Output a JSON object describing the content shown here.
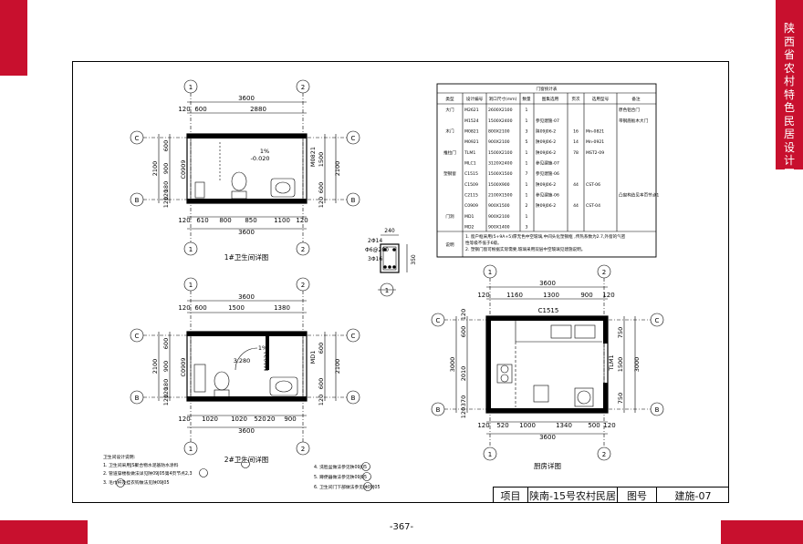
{
  "header": {
    "vertical_title": "陕西省农村特色民居设计图集"
  },
  "page_number": "-367-",
  "title_block": {
    "project_label": "项目",
    "project_name": "陕南-15号农村民居",
    "drawing_no_label": "图号",
    "drawing_no": "建施-07"
  },
  "plan1": {
    "title": "1#卫生间详图",
    "axes": [
      "1",
      "2",
      "C",
      "B"
    ],
    "top_total": "3600",
    "top_dims": [
      "120",
      "600",
      "2880"
    ],
    "bottom_dims": [
      "120",
      "610",
      "800",
      "850",
      "1100",
      "120"
    ],
    "bottom_total": "3600",
    "left_total": "2100",
    "left_dims": [
      "600",
      "900",
      "180",
      "120",
      "120"
    ],
    "right_total": "2100",
    "right_dims": [
      "1500",
      "600",
      "120"
    ],
    "door_left": "C0909",
    "door_right": "M0821",
    "floor_slope": "1%",
    "floor_level": "-0.020"
  },
  "plan2": {
    "title": "2#卫生间详图",
    "axes": [
      "1",
      "2",
      "C",
      "B"
    ],
    "top_total": "3600",
    "top_dims": [
      "120",
      "600",
      "1500",
      "1380"
    ],
    "bottom_dims": [
      "120",
      "1020",
      "1020",
      "520",
      "20",
      "900"
    ],
    "bottom_total": "3600",
    "left_total": "2100",
    "left_dims": [
      "600",
      "900",
      "180",
      "120",
      "120"
    ],
    "right_total": "2100",
    "right_dims": [
      "600",
      "600",
      "120"
    ],
    "door_left": "C0909",
    "door_mid": "M0821",
    "door_right": "MD1",
    "floor_slope": "1%",
    "floor_level": "3.280"
  },
  "kitchen": {
    "title": "厨房详图",
    "axes": [
      "1",
      "2",
      "C",
      "B"
    ],
    "top_total": "3600",
    "top_dims": [
      "120",
      "1160",
      "1300",
      "900",
      "120"
    ],
    "window": "C1515",
    "bottom_dims": [
      "120",
      "520",
      "1000",
      "1340",
      "500",
      "120"
    ],
    "bottom_total": "3600",
    "left_total": "3000",
    "left_dims": [
      "120",
      "600",
      "2010",
      "370",
      "120"
    ],
    "right_total": "3000",
    "right_dims": [
      "750",
      "1500",
      "750"
    ],
    "door_right": "TLM1"
  },
  "section": {
    "top_dim": "240",
    "h_dim": "350",
    "rebar_top": "2Φ14",
    "stirrup": "Φ6@200",
    "rebar_bottom": "3Φ16",
    "marker": "1"
  },
  "door_table": {
    "title": "门窗统计表",
    "headers": [
      "类型",
      "设计编号",
      "洞口尺寸(mm)",
      "数量",
      "图集选用",
      "页次",
      "选用型号",
      "备注"
    ],
    "rows": [
      [
        "大门",
        "M2621",
        "2600X2100",
        "1",
        "",
        "",
        "",
        "原色铝合门"
      ],
      [
        "",
        "M1524",
        "1500X2400",
        "1",
        "参见建施-07",
        "",
        "",
        "带钢底板木大门"
      ],
      [
        "木门",
        "M0821",
        "800X2100",
        "3",
        "陕09J06-2",
        "16",
        "Mn-0821",
        ""
      ],
      [
        "",
        "M0921",
        "900X2100",
        "5",
        "陕09J06-2",
        "14",
        "Mn-0921",
        ""
      ],
      [
        "推拉门",
        "TLM1",
        "1500X2100",
        "1",
        "陕09J06-2",
        "78",
        "MST2-09",
        ""
      ],
      [
        "",
        "MLC1",
        "3120X2400",
        "1",
        "参见建施-07",
        "",
        "",
        ""
      ],
      [
        "塑钢窗",
        "C1515",
        "1500X1500",
        "7",
        "参见建施-06",
        "",
        "",
        ""
      ],
      [
        "",
        "C1509",
        "1500X900",
        "1",
        "陕09J06-2",
        "44",
        "CST-06",
        ""
      ],
      [
        "",
        "C2115",
        "2100X1500",
        "1",
        "参见建施-06",
        "",
        "",
        "凸窗构造见本页节点1"
      ],
      [
        "",
        "C0909",
        "900X1500",
        "2",
        "陕09J06-2",
        "44",
        "CST-04",
        ""
      ],
      [
        "门洞",
        "MD1",
        "900X2100",
        "1",
        "",
        "",
        "",
        ""
      ],
      [
        "",
        "MD2",
        "900X1400",
        "3",
        "",
        "",
        "",
        ""
      ]
    ],
    "note_label": "说明",
    "notes": [
      "1. 窗户框采用(5+9A+5)厚无色中空玻璃,中间头化塑钢框 ,传热系数为2.7,外窗的气密",
      "性等级不低于6级。",
      "2. 塑钢门窗可根据实际需要,玻璃采用双层中空玻璃见建施说明。"
    ]
  },
  "notes_left": {
    "title": "卫生间设计说明:",
    "items": [
      "1. 卫生间采用JS聚合物水泥基防水涂料",
      "2. 管道穿楼板做法详见陕09J05第4页节点2,3",
      "3. 毛巾杆及挂衣钩做法见陕09J05"
    ]
  },
  "notes_right": {
    "items": [
      "4. 洗脸盆做法参见陕09J05",
      "5. 蹲便器做法参见陕09J05",
      "6. 卫生间门下部做法参见陕09J05"
    ]
  }
}
